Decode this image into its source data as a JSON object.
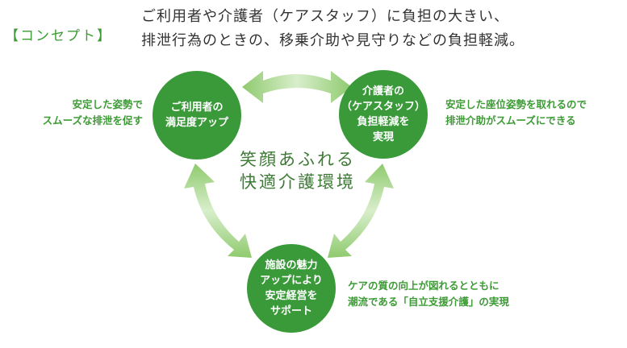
{
  "concept": {
    "label": "【コンセプト】",
    "lines": [
      "ご利用者や介護者（ケアスタッフ）に負担の大きい、",
      "排泄行為のときの、移乗介助や見守りなどの負担軽減。"
    ]
  },
  "circles": {
    "user": [
      "ご利用者の",
      "満足度アップ"
    ],
    "staff": [
      "介護者の",
      "（ケアスタッフ）",
      "負担軽減を",
      "実現"
    ],
    "facility": [
      "施設の魅力",
      "アップにより",
      "安定経営を",
      "サポート"
    ]
  },
  "notes": {
    "user": [
      "安定した姿勢で",
      "スムーズな排泄を促す"
    ],
    "staff": [
      "安定した座位姿勢を取れるので",
      "排泄介助がスムーズにできる"
    ],
    "facility": [
      "ケアの質の向上が図れるとともに",
      "潮流である「自立支援介護」の実現"
    ]
  },
  "center_text": [
    "笑顔あふれる",
    "快適介護環境"
  ],
  "colors": {
    "circle": "#3a9a3a",
    "accent_text": "#3d9b35",
    "arrow": "#a6d48a"
  }
}
